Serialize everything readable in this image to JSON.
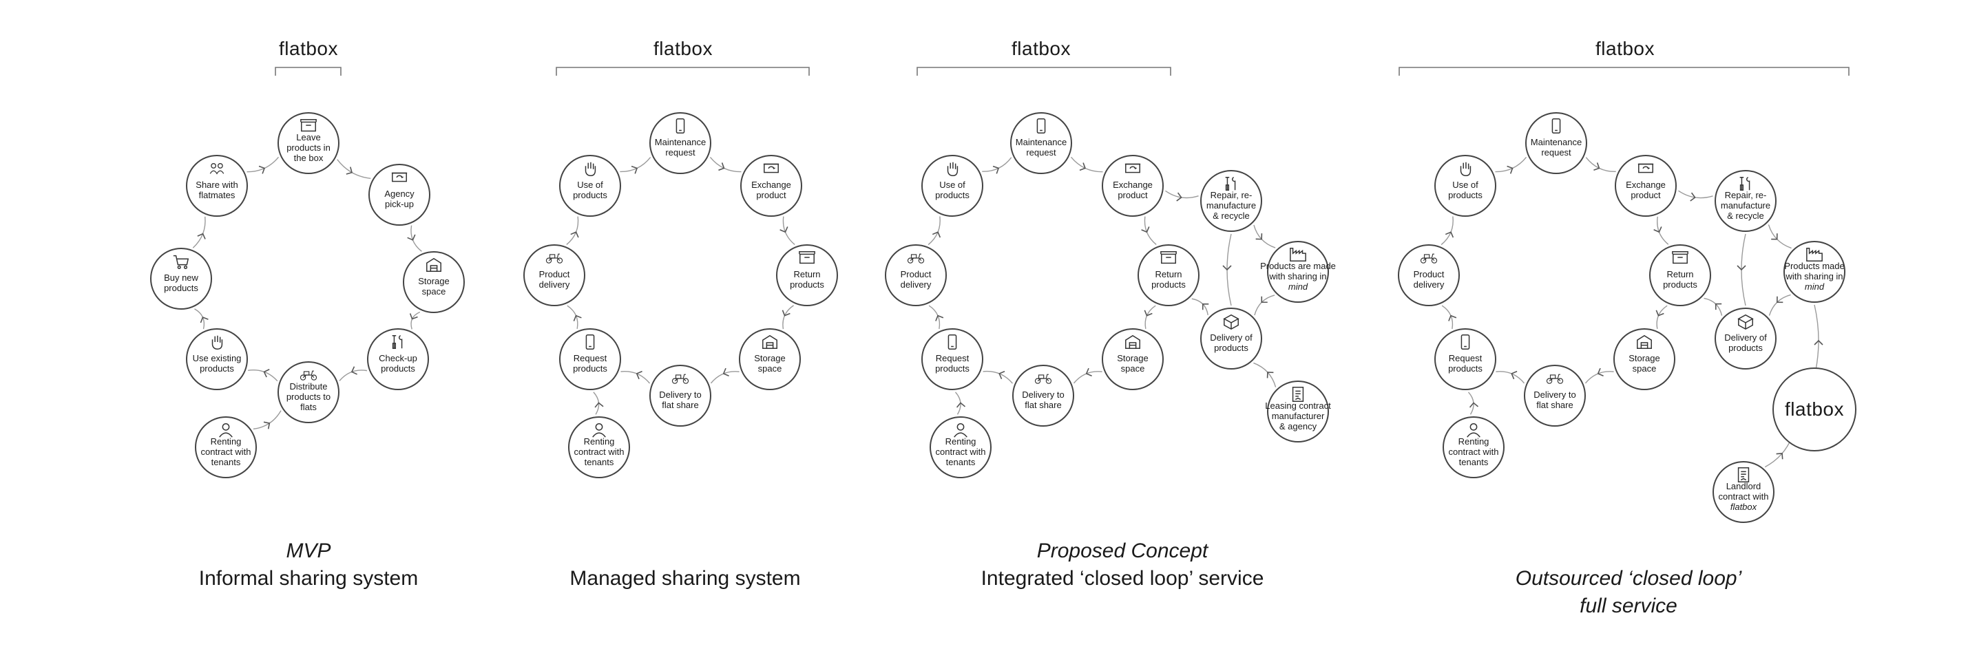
{
  "brand_name": "flatbox",
  "diagrams": [
    {
      "id": "mvp",
      "caption": [
        "MVP",
        "Informal sharing system"
      ],
      "caption_italic": [
        true,
        false
      ],
      "nodes": [
        {
          "id": "leave",
          "label": [
            "Leave",
            "products in",
            "the box"
          ],
          "icon": "box-icon"
        },
        {
          "id": "agency",
          "label": [
            "Agency",
            "pick-up"
          ],
          "icon": "box-ring-icon"
        },
        {
          "id": "storage",
          "label": [
            "Storage",
            "space"
          ],
          "icon": "warehouse-icon"
        },
        {
          "id": "checkup",
          "label": [
            "Check-up",
            "products"
          ],
          "icon": "tools-icon"
        },
        {
          "id": "distribute",
          "label": [
            "Distribute",
            "products to",
            "flats"
          ],
          "icon": "cargo-bike-icon"
        },
        {
          "id": "use-existing",
          "label": [
            "Use existing",
            "products"
          ],
          "icon": "hand-icon"
        },
        {
          "id": "buy-new",
          "label": [
            "Buy new",
            "products"
          ],
          "icon": "cart-icon"
        },
        {
          "id": "share",
          "label": [
            "Share with",
            "flatmates"
          ],
          "icon": "people-icon"
        },
        {
          "id": "renting",
          "label": [
            "Renting",
            "contract with",
            "tenants"
          ],
          "icon": "person-icon"
        }
      ]
    },
    {
      "id": "managed",
      "caption": [
        "Managed sharing system"
      ],
      "caption_italic": [
        false
      ],
      "nodes": [
        {
          "id": "maint",
          "label": [
            "Maintenance",
            "request"
          ],
          "icon": "phone-icon"
        },
        {
          "id": "exchange",
          "label": [
            "Exchange",
            "product"
          ],
          "icon": "box-ring-icon"
        },
        {
          "id": "return",
          "label": [
            "Return",
            "products"
          ],
          "icon": "box-icon"
        },
        {
          "id": "storage",
          "label": [
            "Storage",
            "space"
          ],
          "icon": "warehouse-icon"
        },
        {
          "id": "delivery-flat",
          "label": [
            "Delivery to",
            "flat share"
          ],
          "icon": "cargo-bike-icon"
        },
        {
          "id": "request",
          "label": [
            "Request",
            "products"
          ],
          "icon": "phone-icon"
        },
        {
          "id": "product-delivery",
          "label": [
            "Product",
            "delivery"
          ],
          "icon": "cargo-bike-icon"
        },
        {
          "id": "use",
          "label": [
            "Use of",
            "products"
          ],
          "icon": "hand-icon"
        },
        {
          "id": "renting",
          "label": [
            "Renting",
            "contract with",
            "tenants"
          ],
          "icon": "person-icon"
        }
      ]
    },
    {
      "id": "proposed",
      "caption": [
        "Proposed Concept",
        "Integrated ‘closed loop’ service"
      ],
      "caption_italic": [
        true,
        false
      ],
      "nodes": [
        {
          "id": "maint",
          "label": [
            "Maintenance",
            "request"
          ],
          "icon": "phone-icon"
        },
        {
          "id": "exchange",
          "label": [
            "Exchange",
            "product"
          ],
          "icon": "box-ring-icon"
        },
        {
          "id": "return",
          "label": [
            "Return",
            "products"
          ],
          "icon": "box-icon"
        },
        {
          "id": "storage",
          "label": [
            "Storage",
            "space"
          ],
          "icon": "warehouse-icon"
        },
        {
          "id": "delivery-flat",
          "label": [
            "Delivery to",
            "flat share"
          ],
          "icon": "cargo-bike-icon"
        },
        {
          "id": "request",
          "label": [
            "Request",
            "products"
          ],
          "icon": "phone-icon"
        },
        {
          "id": "product-delivery",
          "label": [
            "Product",
            "delivery"
          ],
          "icon": "cargo-bike-icon"
        },
        {
          "id": "use",
          "label": [
            "Use of",
            "products"
          ],
          "icon": "hand-icon"
        },
        {
          "id": "renting",
          "label": [
            "Renting",
            "contract with",
            "tenants"
          ],
          "icon": "person-icon"
        },
        {
          "id": "repair",
          "label": [
            "Repair, re-",
            "manufacture",
            "& recycle"
          ],
          "icon": "tools-icon"
        },
        {
          "id": "made-sharing",
          "label": [
            "Products are made",
            "with sharing in",
            "mind"
          ],
          "icon": "factory-icon"
        },
        {
          "id": "delivery-products",
          "label": [
            "Delivery of",
            "products"
          ],
          "icon": "boxes-icon"
        },
        {
          "id": "leasing",
          "label": [
            "Leasing contract",
            "manufacturer",
            "& agency"
          ],
          "icon": "document-icon"
        }
      ]
    },
    {
      "id": "outsourced",
      "caption": [
        "Outsourced ‘closed loop’",
        "full service"
      ],
      "caption_italic": [
        true,
        true
      ],
      "nodes": [
        {
          "id": "maint",
          "label": [
            "Maintenance",
            "request"
          ],
          "icon": "phone-icon"
        },
        {
          "id": "exchange",
          "label": [
            "Exchange",
            "product"
          ],
          "icon": "box-ring-icon"
        },
        {
          "id": "return",
          "label": [
            "Return",
            "products"
          ],
          "icon": "box-icon"
        },
        {
          "id": "storage",
          "label": [
            "Storage",
            "space"
          ],
          "icon": "warehouse-icon"
        },
        {
          "id": "delivery-flat",
          "label": [
            "Delivery to",
            "flat share"
          ],
          "icon": "cargo-bike-icon"
        },
        {
          "id": "request",
          "label": [
            "Request",
            "products"
          ],
          "icon": "phone-icon"
        },
        {
          "id": "product-delivery",
          "label": [
            "Product",
            "delivery"
          ],
          "icon": "cargo-bike-icon"
        },
        {
          "id": "use",
          "label": [
            "Use of",
            "products"
          ],
          "icon": "hand-icon"
        },
        {
          "id": "renting",
          "label": [
            "Renting",
            "contract with",
            "tenants"
          ],
          "icon": "person-icon"
        },
        {
          "id": "repair",
          "label": [
            "Repair, re-",
            "manufacture",
            "& recycle"
          ],
          "icon": "tools-icon"
        },
        {
          "id": "made-sharing",
          "label": [
            "Products made",
            "with sharing in",
            "mind"
          ],
          "icon": "factory-icon"
        },
        {
          "id": "delivery-products",
          "label": [
            "Delivery of",
            "products"
          ],
          "icon": "boxes-icon"
        },
        {
          "id": "flatbox-hub",
          "label": [
            "flatbox"
          ],
          "icon": ""
        },
        {
          "id": "landlord",
          "label": [
            "Landlord",
            "contract with",
            "flatbox"
          ],
          "icon": "document-icon"
        }
      ]
    }
  ],
  "colors": {
    "stroke": "#444444",
    "arc": "#9a9a9a",
    "text": "#1a1a1a",
    "background": "#ffffff"
  }
}
